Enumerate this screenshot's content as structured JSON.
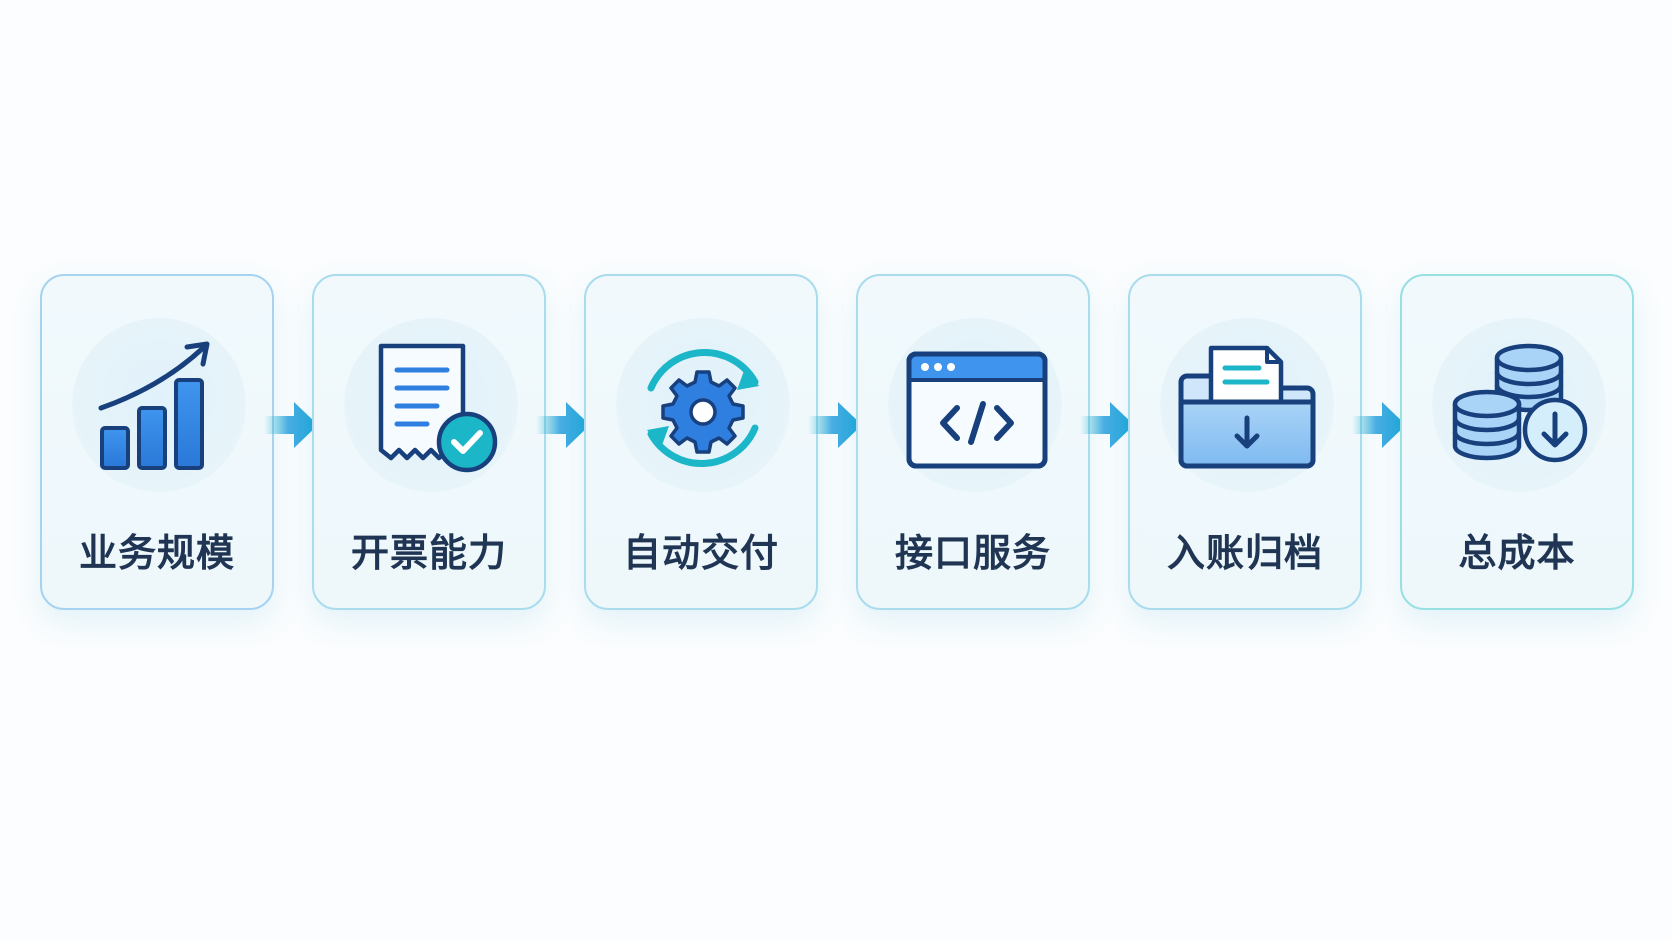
{
  "colors": {
    "blue": "#2e7fe0",
    "navy": "#17407d",
    "teal": "#1cb6c9",
    "label": "#1f3553"
  },
  "steps": [
    {
      "label": "业务规模",
      "icon": "growth-chart-icon"
    },
    {
      "label": "开票能力",
      "icon": "invoice-check-icon"
    },
    {
      "label": "自动交付",
      "icon": "gear-cycle-icon"
    },
    {
      "label": "接口服务",
      "icon": "code-window-icon"
    },
    {
      "label": "入账归档",
      "icon": "folder-archive-icon"
    },
    {
      "label": "总成本",
      "icon": "coins-down-icon"
    }
  ]
}
